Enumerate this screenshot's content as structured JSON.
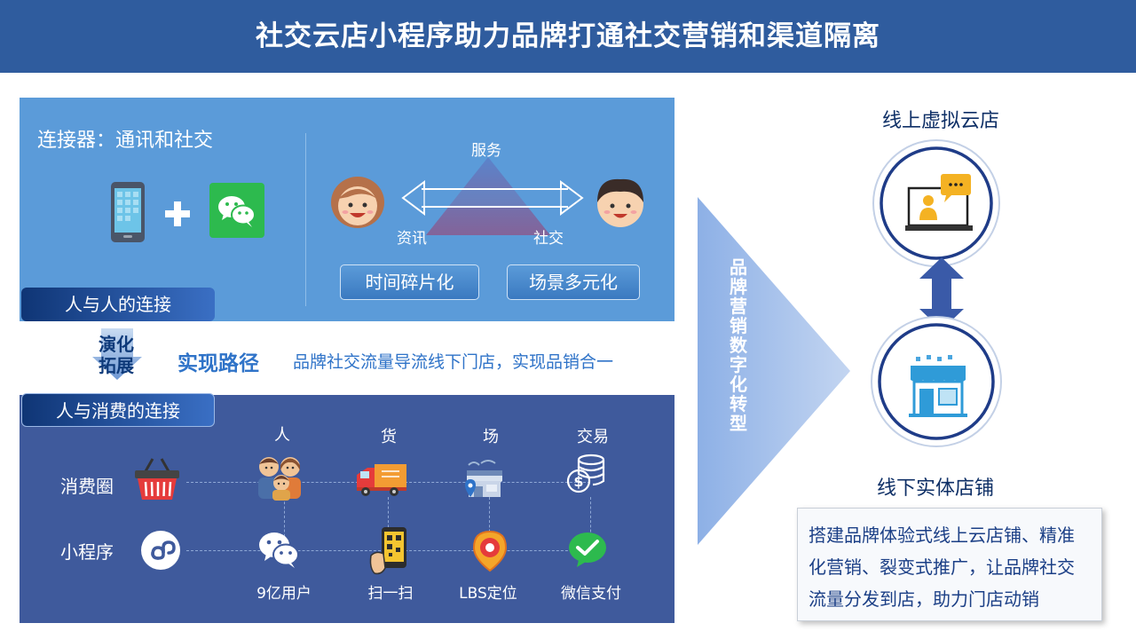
{
  "title": "社交云店小程序助力品牌打通社交营销和渠道隔离",
  "top_panel": {
    "connector_title": "连接器：通讯和社交",
    "triangle": {
      "top": "服务",
      "left": "资讯",
      "right": "社交"
    },
    "chips": [
      "时间碎片化",
      "场景多元化"
    ],
    "tag": "人与人的连接"
  },
  "middle": {
    "evolve_line1": "演化",
    "evolve_line2": "拓展",
    "path_title": "实现路径",
    "path_desc": "品牌社交流量导流线下门店，实现品销合一"
  },
  "bottom_panel": {
    "tag": "人与消费的连接",
    "columns": [
      "人",
      "货",
      "场",
      "交易"
    ],
    "rows": [
      "消费圈",
      "小程序"
    ],
    "captions": [
      "9亿用户",
      "扫一扫",
      "LBS定位",
      "微信支付"
    ]
  },
  "right": {
    "arrow_text": "品牌营销数字化转型",
    "online_store": "线上虚拟云店",
    "offline_store": "线下实体店铺",
    "summary": "搭建品牌体验式线上云店铺、精准化营销、裂变式推广，让品牌社交流量分发到店，助力门店动销"
  },
  "colors": {
    "title_bar": "#2f5c9e",
    "top_panel": "#5b9bd9",
    "bottom_panel": "#3f5a9c",
    "accent_red": "#e53b3b",
    "wechat_green": "#2dba4e",
    "dark_blue": "#0e2f66"
  }
}
